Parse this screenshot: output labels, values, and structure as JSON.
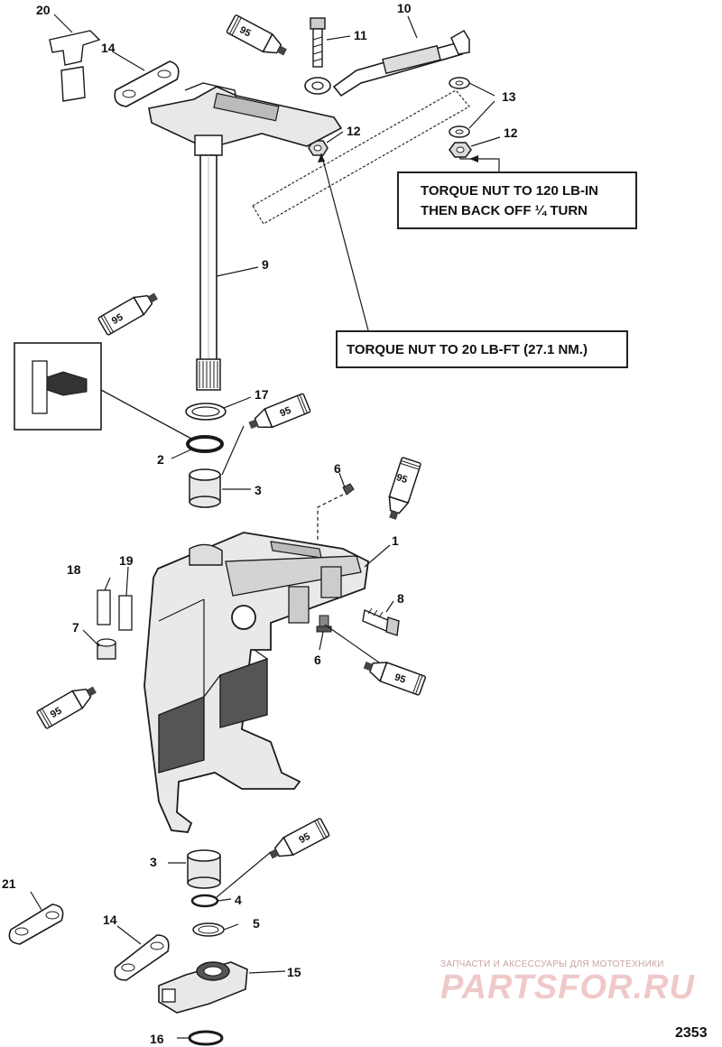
{
  "callouts": {
    "c1": "1",
    "c2": "2",
    "c3a": "3",
    "c3b": "3",
    "c4": "4",
    "c5": "5",
    "c6a": "6",
    "c6b": "6",
    "c7": "7",
    "c8": "8",
    "c9": "9",
    "c10": "10",
    "c11": "11",
    "c12a": "12",
    "c12b": "12",
    "c13": "13",
    "c14a": "14",
    "c14b": "14",
    "c15": "15",
    "c16": "16",
    "c17": "17",
    "c18": "18",
    "c19": "19",
    "c20": "20",
    "c21": "21"
  },
  "lubricant_label": "95",
  "notes": {
    "nut_120": [
      "TORQUE NUT TO 120 LB-IN",
      "THEN BACK OFF ¼ TURN"
    ],
    "nut_20": "TORQUE NUT TO 20 LB-FT (27.1 NM.)"
  },
  "watermark": {
    "tagline": "ЗАПЧАСТИ И АКСЕССУАРЫ ДЛЯ МОТОТЕХНИКИ",
    "brand": "PARTSFOR.RU"
  },
  "figure_number": "2353",
  "colors": {
    "line": "#1a1a1a",
    "part_fill": "#e6e6e6",
    "shade": "#9a9a9a",
    "watermark": "#efc9c9"
  }
}
